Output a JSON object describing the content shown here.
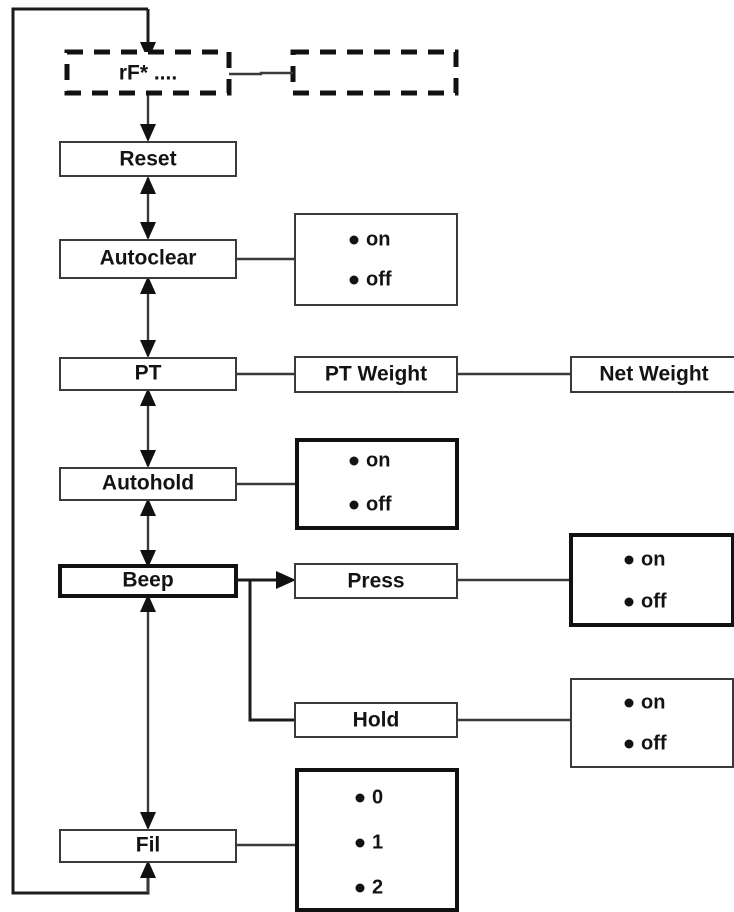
{
  "diagram": {
    "title": "Scale menu navigation flowchart",
    "colors": {
      "background": "#ffffff",
      "line": "#3a3a3a",
      "text": "#131313",
      "thick_border": "#111111"
    },
    "entry": {
      "label": "rF* ....",
      "secondary_label": ""
    },
    "menu_items": [
      {
        "id": "reset",
        "label": "Reset"
      },
      {
        "id": "autoclear",
        "label": "Autoclear"
      },
      {
        "id": "pt",
        "label": "PT"
      },
      {
        "id": "autohold",
        "label": "Autohold"
      },
      {
        "id": "beep",
        "label": "Beep"
      },
      {
        "id": "fil",
        "label": "Fil"
      }
    ],
    "sub_items": [
      {
        "id": "pt-weight",
        "label": "PT Weight"
      },
      {
        "id": "net-weight",
        "label": "Net Weight"
      },
      {
        "id": "press",
        "label": "Press"
      },
      {
        "id": "hold",
        "label": "Hold"
      }
    ],
    "option_groups": [
      {
        "id": "autoclear-options",
        "owner": "Autoclear",
        "options": [
          "on",
          "off"
        ]
      },
      {
        "id": "autohold-options",
        "owner": "Autohold",
        "options": [
          "on",
          "off"
        ]
      },
      {
        "id": "press-options",
        "owner": "Press",
        "options": [
          "on",
          "off"
        ]
      },
      {
        "id": "hold-options",
        "owner": "Hold",
        "options": [
          "on",
          "off"
        ]
      },
      {
        "id": "fil-options",
        "owner": "Fil",
        "options": [
          "0",
          "1",
          "2"
        ]
      }
    ]
  }
}
